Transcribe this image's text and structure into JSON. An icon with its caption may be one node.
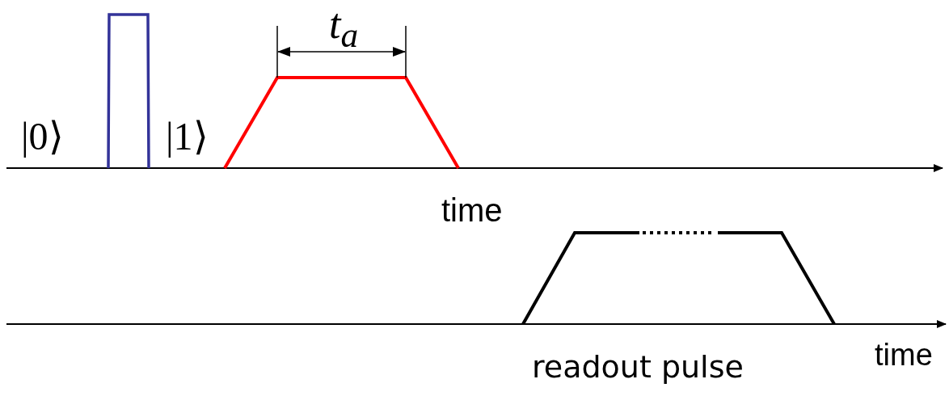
{
  "diagram": {
    "labels": [
      "|0⟩",
      "|1⟩",
      "t$_{a}$",
      "time",
      "readout pulse",
      "time"
    ]
  }
}
